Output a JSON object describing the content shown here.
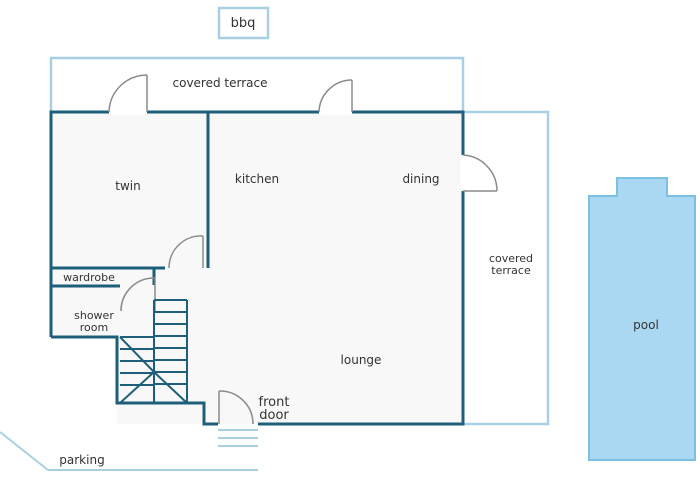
{
  "colors": {
    "wall": "#1d5f7a",
    "outline": "#a8d0e2",
    "floor": "#f8f8f8",
    "pool_fill": "#aad8f2",
    "text": "#333333",
    "background": "#ffffff"
  },
  "labels": {
    "bbq": "bbq",
    "covered_terrace_top": "covered terrace",
    "twin": "twin",
    "kitchen": "kitchen",
    "dining": "dining",
    "covered_terrace_right_line1": "covered",
    "covered_terrace_right_line2": "terrace",
    "wardrobe": "wardrobe",
    "shower_room_line1": "shower",
    "shower_room_line2": "room",
    "lounge": "lounge",
    "front_door_line1": "front",
    "front_door_line2": "door",
    "pool": "pool",
    "parking": "parking"
  }
}
